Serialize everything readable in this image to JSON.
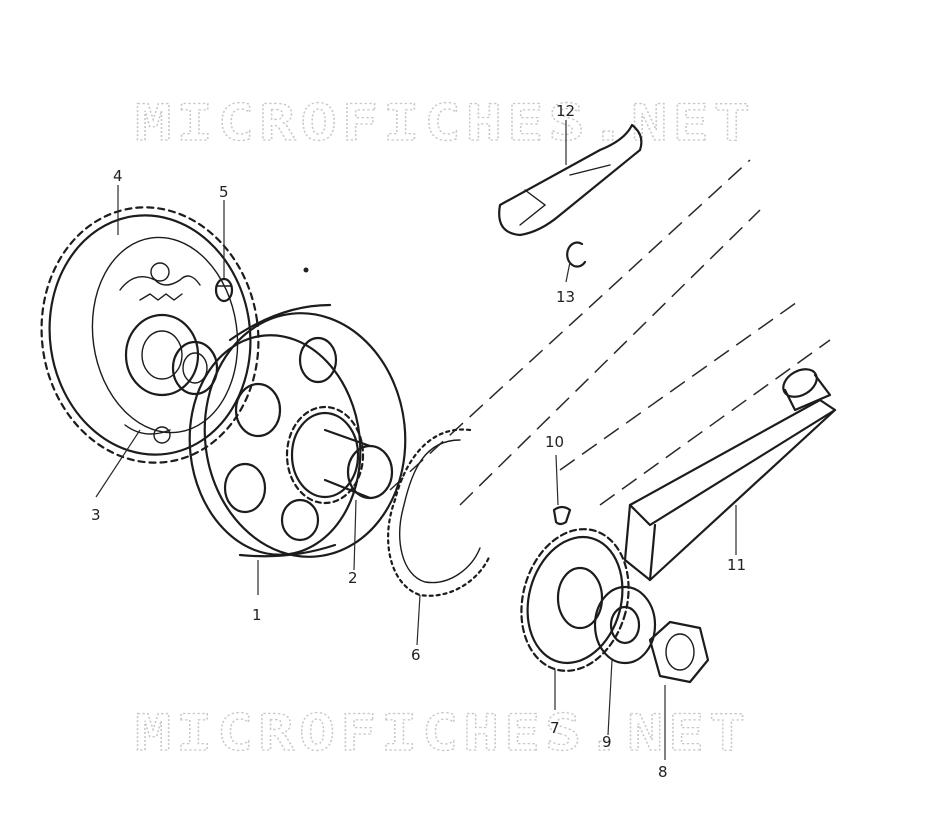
{
  "watermarks": [
    "MICROFICHES.NET",
    "MICROFICHES.NET"
  ],
  "callouts": [
    {
      "id": "callout-1",
      "label": "1"
    },
    {
      "id": "callout-2",
      "label": "2"
    },
    {
      "id": "callout-3",
      "label": "3"
    },
    {
      "id": "callout-4",
      "label": "4"
    },
    {
      "id": "callout-5",
      "label": "5"
    },
    {
      "id": "callout-6",
      "label": "6"
    },
    {
      "id": "callout-7",
      "label": "7"
    },
    {
      "id": "callout-8",
      "label": "8"
    },
    {
      "id": "callout-9",
      "label": "9"
    },
    {
      "id": "callout-10",
      "label": "10"
    },
    {
      "id": "callout-11",
      "label": "11"
    },
    {
      "id": "callout-12",
      "label": "12"
    },
    {
      "id": "callout-13",
      "label": "13"
    }
  ]
}
